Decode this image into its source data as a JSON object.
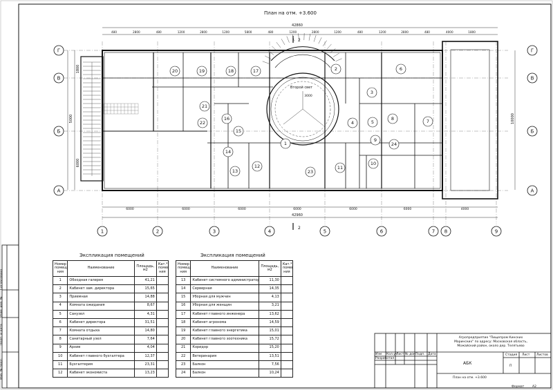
{
  "sheet_title": "План на отм. +3.600",
  "section_mark": "2",
  "row_axes": [
    "Г",
    "В",
    "Б",
    "А"
  ],
  "col_axes": [
    "1",
    "2",
    "3",
    "4",
    "5",
    "6",
    "7",
    "8",
    "9"
  ],
  "dimensions": {
    "overall_top": "42860",
    "overall_bottom": "42960",
    "top_segments": [
      "480",
      "2800",
      "480",
      "1200",
      "2800",
      "1200",
      "5800",
      "480",
      "1200",
      "2800",
      "1200",
      "480",
      "1200",
      "2800",
      "480",
      "4000",
      "1800"
    ],
    "bottom_segments": [
      "6000",
      "6000",
      "6000",
      "6000",
      "6000",
      "6000",
      "4000"
    ],
    "left_segments": [
      "5000",
      "6000"
    ],
    "left_top": "1800",
    "right_total": "10000",
    "height_3000": "3000"
  },
  "atrium_label": "Второй свет",
  "room_numbers": [
    "20",
    "19",
    "18",
    "17",
    "2",
    "6",
    "21",
    "3",
    "22",
    "16",
    "15",
    "4",
    "5",
    "8",
    "7",
    "14",
    "9",
    "24",
    "13",
    "12",
    "23",
    "11",
    "10",
    "1"
  ],
  "tables": [
    {
      "title": "Экспликация помещений",
      "headers": [
        "Номер помеще-ния",
        "Наименование",
        "Площадь, м2",
        "Кат.* помеще-ния"
      ],
      "rows": [
        [
          "1",
          "Обходная галерея",
          "41,21",
          ""
        ],
        [
          "2",
          "Кабинет зам. директора",
          "15,65",
          ""
        ],
        [
          "3",
          "Приемная",
          "14,88",
          ""
        ],
        [
          "4",
          "Комната ожидания",
          "8,67",
          ""
        ],
        [
          "5",
          "Санузел",
          "4,31",
          ""
        ],
        [
          "6",
          "Кабинет директора",
          "31,51",
          ""
        ],
        [
          "7",
          "Комната отдыха",
          "14,80",
          ""
        ],
        [
          "8",
          "Санитарный узел",
          "7,64",
          ""
        ],
        [
          "9",
          "Архив",
          "4,04",
          ""
        ],
        [
          "10",
          "Кабинет главного бухгалтера",
          "12,37",
          ""
        ],
        [
          "11",
          "Бухгалтерия",
          "23,31",
          ""
        ],
        [
          "12",
          "Кабинет экономиста",
          "13,23",
          ""
        ]
      ]
    },
    {
      "title": "Экспликация помещений",
      "headers": [
        "Номер помеще-ния",
        "Наименование",
        "Площадь, м2",
        "Кат.* помеще-ния"
      ],
      "rows": [
        [
          "13",
          "Кабинет системного администратора",
          "11,30",
          ""
        ],
        [
          "14",
          "Серверная",
          "14,35",
          ""
        ],
        [
          "15",
          "Уборная для мужчин",
          "4,13",
          ""
        ],
        [
          "16",
          "Уборная для женщин",
          "3,21",
          ""
        ],
        [
          "17",
          "Кабинет главного инженера",
          "13,62",
          ""
        ],
        [
          "18",
          "Кабинет агронома",
          "14,59",
          ""
        ],
        [
          "19",
          "Кабинет главного энергетика",
          "15,01",
          ""
        ],
        [
          "20",
          "Кабинет главного зоотехника",
          "15,72",
          ""
        ],
        [
          "21",
          "Коридор",
          "15,20",
          ""
        ],
        [
          "22",
          "Ветеринария",
          "13,51",
          ""
        ],
        [
          "23",
          "Балкон",
          "7,56",
          ""
        ],
        [
          "24",
          "Балкон",
          "10,24",
          ""
        ]
      ]
    }
  ],
  "title_block": {
    "project": "Агропредприятие \"Пищепром Кинских Маринских\" по адресу: Московская область, Можайский район, около дер. Телятьево",
    "building": "АБК",
    "sheet_name": "План на отм. +3.600",
    "stage_header": "Стадия",
    "sheet_header": "Лист",
    "sheets_header": "Листов",
    "stage_value": "П",
    "change_headers": [
      "Изм",
      "Кол.уч",
      "Лист",
      "№ док",
      "Подп.",
      "Дата"
    ],
    "developed": "Разработал",
    "format_label": "Формат",
    "format_value": "A2"
  },
  "side_stamp": [
    "Согласовано",
    "Взам. инв. №",
    "Подп. и дата",
    "Инв. № подл."
  ]
}
